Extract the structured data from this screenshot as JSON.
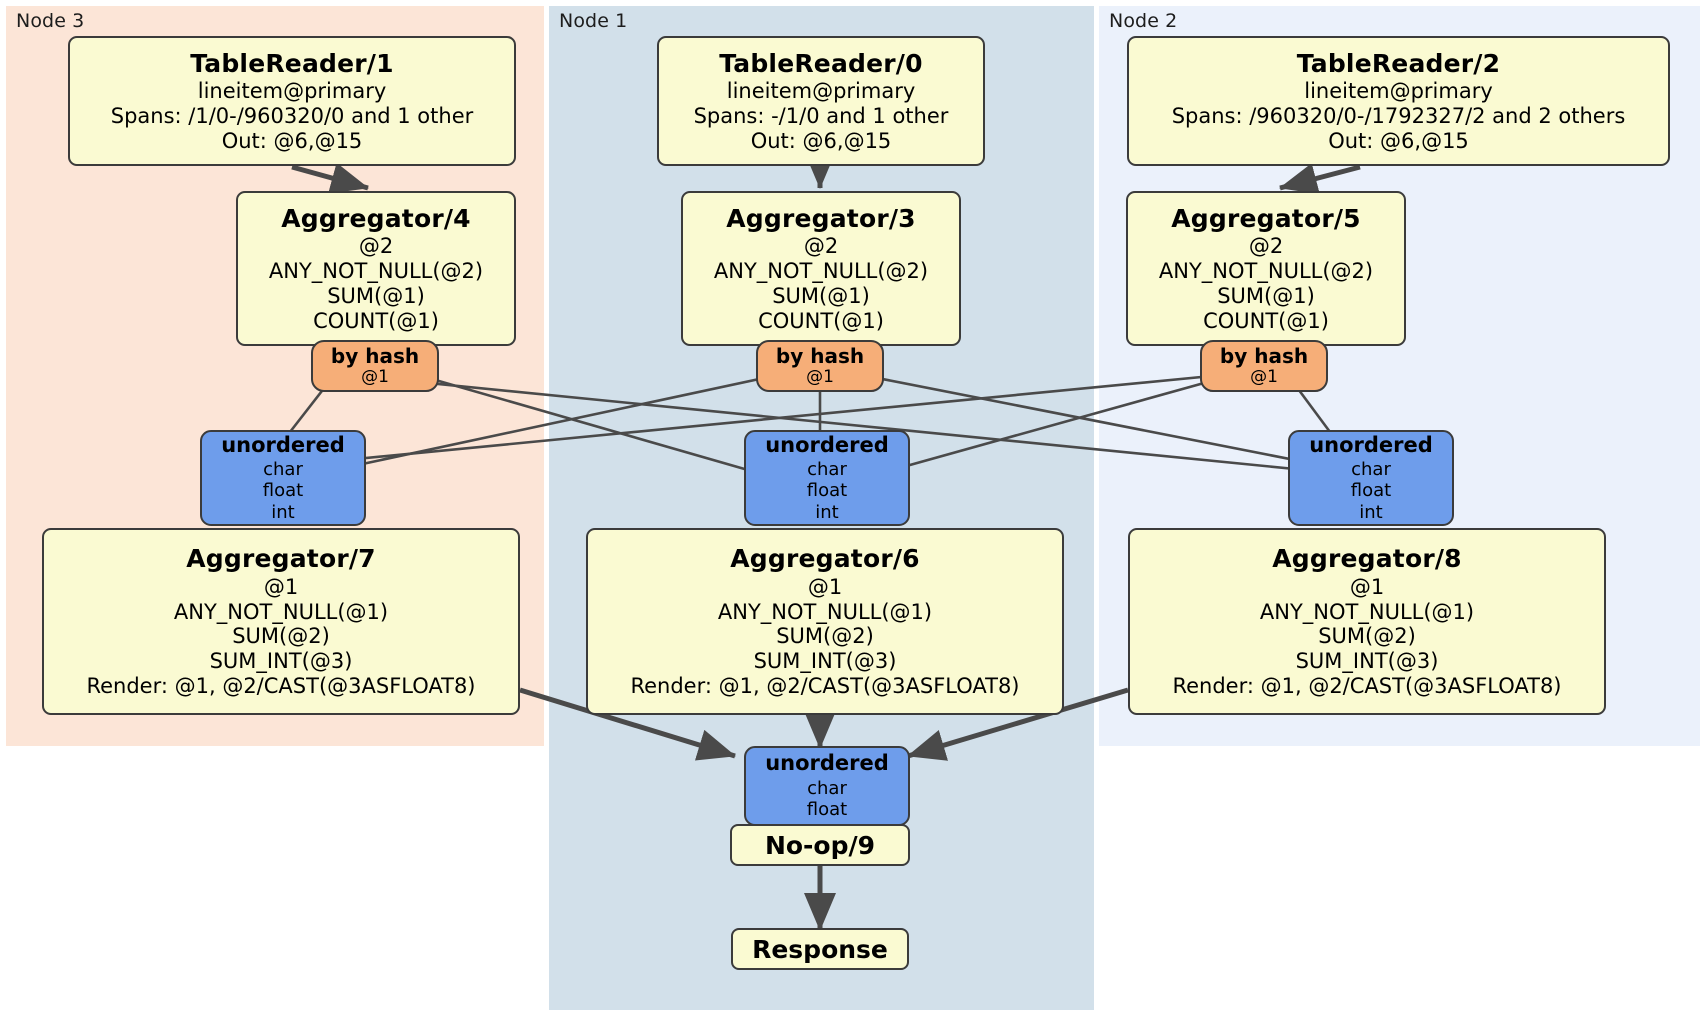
{
  "diagram": {
    "type": "distributed-query-execution-plan",
    "background": "#FFFFFF"
  },
  "panels": [
    {
      "id": "node3",
      "label": "Node 3",
      "color": "#FCE5D7"
    },
    {
      "id": "node1",
      "label": "Node 1",
      "color": "#D2E0EA"
    },
    {
      "id": "node2",
      "label": "Node 2",
      "color": "#EBF1FB"
    }
  ],
  "readers": [
    {
      "id": "tr1",
      "title": "TableReader/1",
      "table": "lineitem@primary",
      "spans": "Spans: /1/0-/960320/0 and 1 other",
      "out": "Out: @6,@15"
    },
    {
      "id": "tr0",
      "title": "TableReader/0",
      "table": "lineitem@primary",
      "spans": "Spans: -/1/0 and 1 other",
      "out": "Out: @6,@15"
    },
    {
      "id": "tr2",
      "title": "TableReader/2",
      "table": "lineitem@primary",
      "spans": "Spans: /960320/0-/1792327/2 and 2 others",
      "out": "Out: @6,@15"
    }
  ],
  "local_aggregators": [
    {
      "id": "agg4",
      "title": "Aggregator/4",
      "group": "@2",
      "fn1": "ANY_NOT_NULL(@2)",
      "fn2": "SUM(@1)",
      "fn3": "COUNT(@1)"
    },
    {
      "id": "agg3",
      "title": "Aggregator/3",
      "group": "@2",
      "fn1": "ANY_NOT_NULL(@2)",
      "fn2": "SUM(@1)",
      "fn3": "COUNT(@1)"
    },
    {
      "id": "agg5",
      "title": "Aggregator/5",
      "group": "@2",
      "fn1": "ANY_NOT_NULL(@2)",
      "fn2": "SUM(@1)",
      "fn3": "COUNT(@1)"
    }
  ],
  "routers": [
    {
      "id": "hash-left",
      "title": "by hash",
      "column": "@1"
    },
    {
      "id": "hash-middle",
      "title": "by hash",
      "column": "@1"
    },
    {
      "id": "hash-right",
      "title": "by hash",
      "column": "@1"
    }
  ],
  "synchronizers": [
    {
      "id": "sync-left",
      "title": "unordered",
      "t1": "char",
      "t2": "float",
      "t3": "int"
    },
    {
      "id": "sync-middle",
      "title": "unordered",
      "t1": "char",
      "t2": "float",
      "t3": "int"
    },
    {
      "id": "sync-right",
      "title": "unordered",
      "t1": "char",
      "t2": "float",
      "t3": "int"
    }
  ],
  "final_aggregators": [
    {
      "id": "agg7",
      "title": "Aggregator/7",
      "group": "@1",
      "fn1": "ANY_NOT_NULL(@1)",
      "fn2": "SUM(@2)",
      "fn3": "SUM_INT(@3)",
      "render": "Render: @1, @2/CAST(@3ASFLOAT8)"
    },
    {
      "id": "agg6",
      "title": "Aggregator/6",
      "group": "@1",
      "fn1": "ANY_NOT_NULL(@1)",
      "fn2": "SUM(@2)",
      "fn3": "SUM_INT(@3)",
      "render": "Render: @1, @2/CAST(@3ASFLOAT8)"
    },
    {
      "id": "agg8",
      "title": "Aggregator/8",
      "group": "@1",
      "fn1": "ANY_NOT_NULL(@1)",
      "fn2": "SUM(@2)",
      "fn3": "SUM_INT(@3)",
      "render": "Render: @1, @2/CAST(@3ASFLOAT8)"
    }
  ],
  "result_sync": {
    "id": "sync-final",
    "title": "unordered",
    "t1": "char",
    "t2": "float"
  },
  "noop": {
    "id": "noop9",
    "title": "No-op/9"
  },
  "response": {
    "id": "response",
    "title": "Response"
  },
  "colors": {
    "processor_fill": "#FAFAD2",
    "router_fill": "#F6AE78",
    "sync_fill": "#6E9DEB",
    "border": "#3B3B3B",
    "edge_thin": "#4A4A4A",
    "edge_thick": "#4A4A4A"
  }
}
